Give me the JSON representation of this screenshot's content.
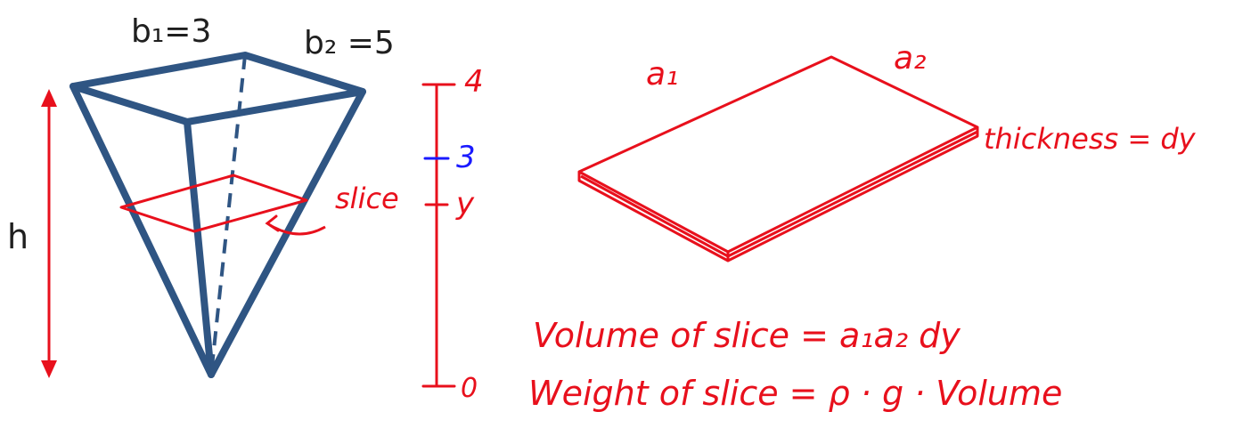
{
  "pyramid": {
    "b1_label": "b₁=3",
    "b2_label": "b₂ =5",
    "h_label": "h",
    "slice_label": "slice",
    "edge_color": "#2f5583",
    "arrow_color": "#e8101c"
  },
  "scale": {
    "top_value": "4",
    "mid_value": "3",
    "y_value": "y",
    "bottom_value": "0",
    "line_color": "#e8101c",
    "mid_color": "#1a1aff"
  },
  "slab": {
    "a1_label": "a₁",
    "a2_label": "a₂",
    "thickness_label": "thickness = dy",
    "color": "#e8101c"
  },
  "equations": {
    "volume": "Volume of slice = a₁a₂ dy",
    "weight": "Weight of slice = ρ · g · Volume"
  }
}
